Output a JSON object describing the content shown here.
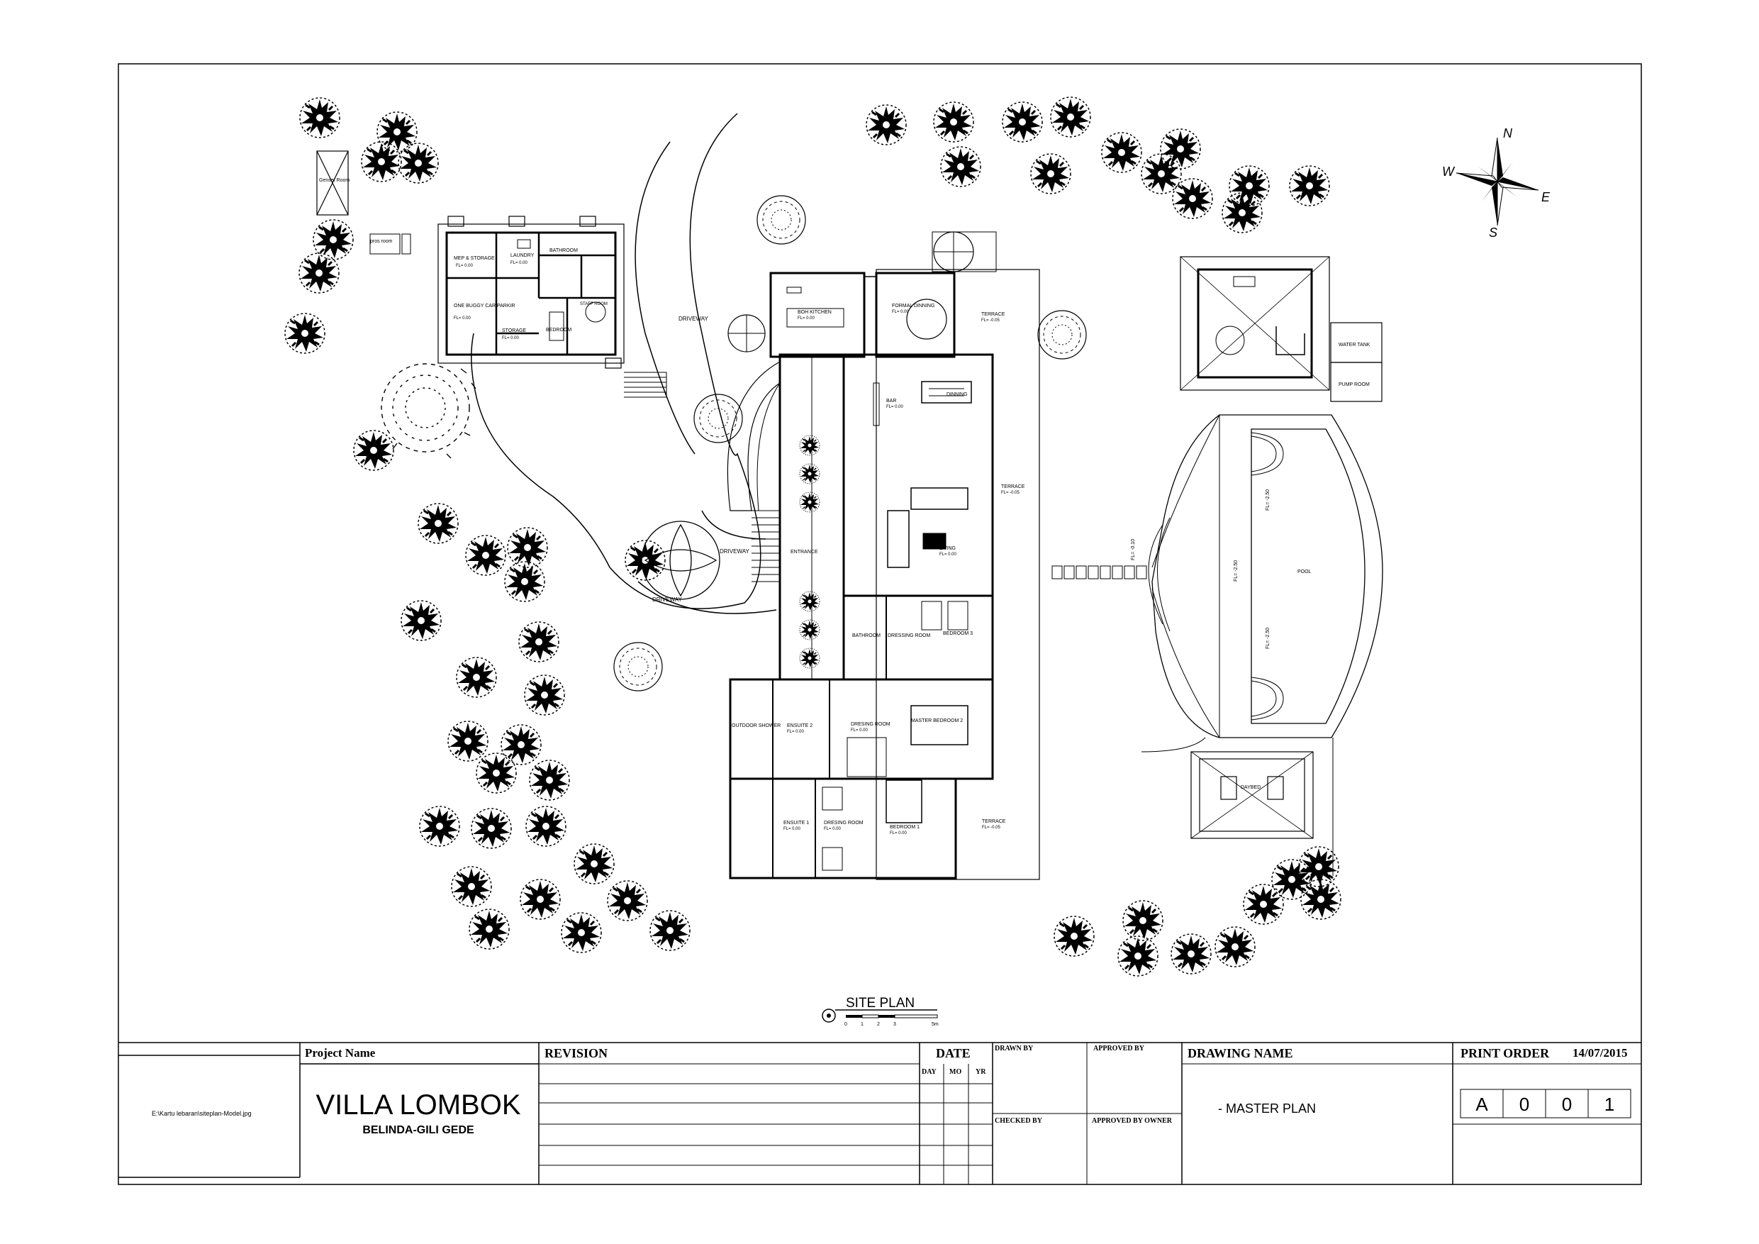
{
  "plan": {
    "site_plan_title": "SITE PLAN",
    "scale_ticks": [
      "0",
      "1",
      "2",
      "3",
      "5m"
    ],
    "compass": {
      "north": "N",
      "south": "S",
      "east": "E",
      "west": "W"
    },
    "outbuildings": {
      "genset_room": "Genset Room",
      "pros_room": "pros room",
      "mep_storage": "MEP & STORAGE",
      "laundry": "LAUNDRY",
      "bathroom": "BATHROOM",
      "buggy_parking": "ONE BUGGY CAR PARKIR",
      "storage": "STORAGE",
      "bedroom": "BEDROOM",
      "staff_room": "STAFF ROOM",
      "fl_000": "FL= 0.00"
    },
    "rooms": {
      "bbq_kitchen": "BOH KITCHEN",
      "formal_dining": "FORMAL DINNING",
      "terrace": "TERRACE",
      "bar": "BAR",
      "dinning": "DINNING",
      "living": "LIVING",
      "entrance": "ENTRANCE",
      "bathroom": "BATHROOM",
      "dressing_room": "DRESSING ROOM",
      "bedroom3": "BEDROOM 3",
      "outdoor_shower": "OUTDOOR SHOWER",
      "ensuite2": "ENSUITE 2",
      "dresing_room": "DRESING ROOM",
      "master_bedroom2": "MASTER BEDROOM 2",
      "ensuite1": "ENSUITE 1",
      "bedroom1": "BEDROOM 1",
      "driveway": "DRIVEWAY",
      "pool": "POOL",
      "daybed": "DAYBED",
      "water_tank": "WATER TANK",
      "pump_room": "PUMP ROOM",
      "fl_000": "FL= 0.00",
      "fl_005": "FL= -0.05",
      "fl_010": "FL= -0.10",
      "fl_250": "FL= -2.50"
    }
  },
  "title_block": {
    "file_path": "E:\\Kartu lebaran\\siteplan-Model.jpg",
    "project_name_label": "Project Name",
    "project_name": "VILLA LOMBOK",
    "project_location": "BELINDA-GILI GEDE",
    "revision_label": "REVISION",
    "date_label": "DATE",
    "date_cols": [
      "DAY",
      "MO",
      "YR"
    ],
    "drawn_by_label": "DRAWN BY",
    "approved_by_label": "APPROVED BY",
    "checked_by_label": "CHECKED BY",
    "approved_by_owner_label": "APPROVED BY OWNER",
    "drawing_name_label": "DRAWING NAME",
    "drawing_name": "- MASTER PLAN",
    "print_order_label": "PRINT ORDER",
    "print_date": "14/07/2015",
    "sheet_number": [
      "A",
      "0",
      "0",
      "1"
    ]
  }
}
